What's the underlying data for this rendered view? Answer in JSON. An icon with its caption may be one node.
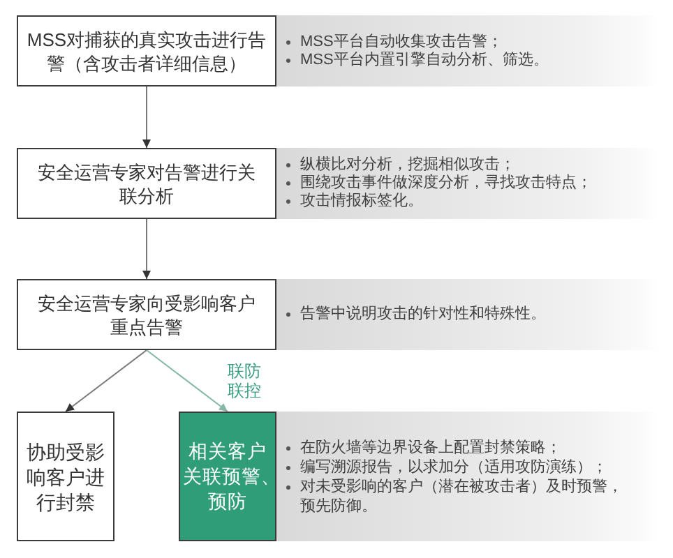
{
  "diagram": {
    "nodes": [
      {
        "text": [
          "MSS对捕获的真实攻击进行告警（含攻击者详细信息）"
        ]
      },
      {
        "text": [
          "MSS平台自动收集攻击告警；",
          "MSS平台内置引擎自动分析、筛选。"
        ]
      },
      {
        "text": [
          "安全运营专家对告警进行关联分析"
        ]
      },
      {
        "text": [
          "纵横比对分析，挖掘相似攻击；",
          "围绕攻击事件做深度分析，寻找攻击特点；",
          "攻击情报标签化。"
        ]
      },
      {
        "text": [
          "安全运营专家向受影响客户重点告警"
        ]
      },
      {
        "text": [
          "告警中说明攻击的针对性和特殊性。"
        ]
      },
      {
        "text": [
          "协助受影响客户进行封禁"
        ]
      },
      {
        "text": [
          "相关客户关联预警、预防"
        ]
      },
      {
        "text": [
          "在防火墙等边界设备上配置封禁策略；",
          "编写溯源报告，以求加分（适用攻防演练）；",
          "对未受影响的客户（潜在被攻击者）及时预警，预先防御。"
        ]
      }
    ],
    "edges": [
      {
        "from": 0,
        "to": 2,
        "arrow": "to"
      },
      {
        "from": 2,
        "to": 4,
        "arrow": "to"
      },
      {
        "from": 4,
        "to": 6,
        "arrow": "to"
      },
      {
        "from": 4,
        "to": 7,
        "arrow": "to",
        "label": "联防联控",
        "color": "#86b8a6"
      }
    ]
  }
}
